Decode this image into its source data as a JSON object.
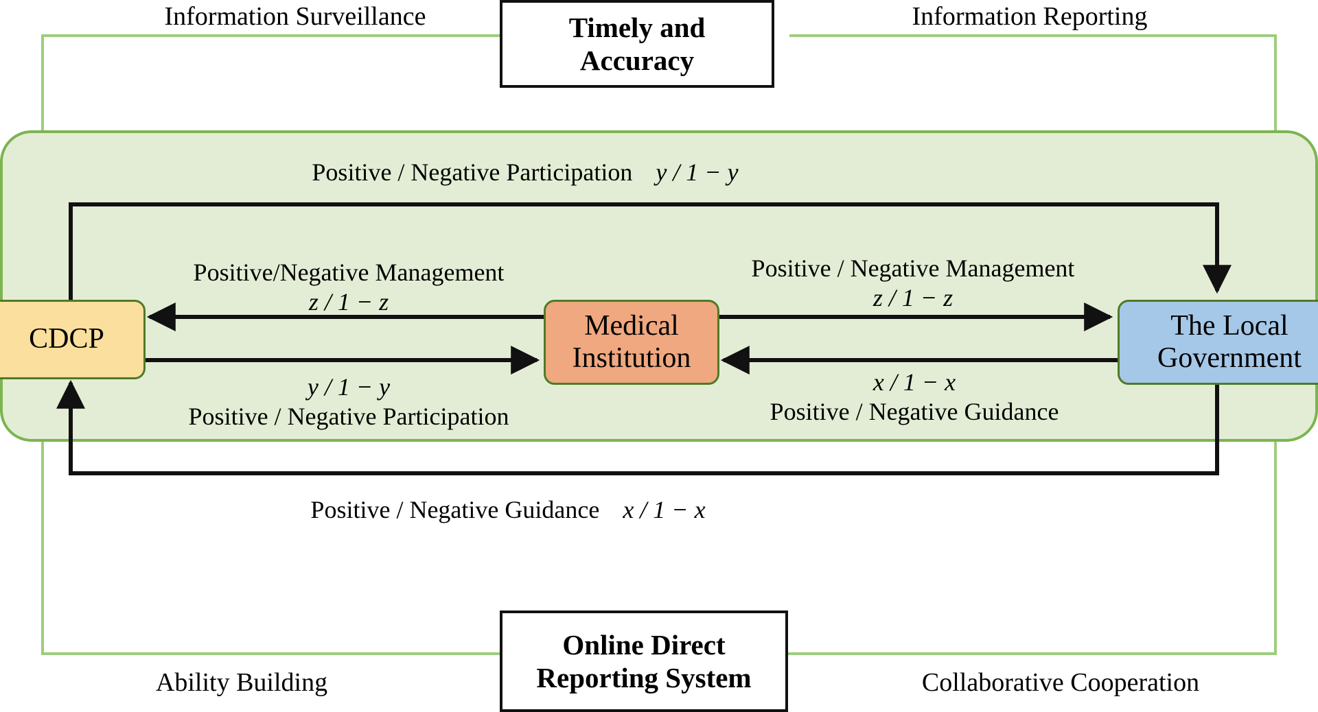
{
  "diagram": {
    "title_top_box": "Timely and\nAccuracy",
    "title_bottom_box": "Online Direct\nReporting System",
    "outer_labels": {
      "top_left": "Information Surveillance",
      "top_right": "Information Reporting",
      "bottom_left": "Ability Building",
      "bottom_right": "Collaborative Cooperation"
    },
    "top_box": {
      "line1": "Timely and",
      "line2": "Accuracy"
    },
    "bottom_box": {
      "line1": "Online Direct",
      "line2": "Reporting System"
    },
    "nodes": [
      {
        "id": "cdcp",
        "label": "CDCP",
        "line1": "CDCP",
        "line2": "",
        "color": "#fadf9e"
      },
      {
        "id": "medical",
        "label": "Medical Institution",
        "line1": "Medical",
        "line2": "Institution",
        "color": "#efa87f"
      },
      {
        "id": "government",
        "label": "The Local Government",
        "line1": "The Local",
        "line2": "Government",
        "color": "#a6c8e8"
      }
    ],
    "inner_labels": {
      "top_band_text": "Positive / Negative Participation",
      "top_band_math": "y / 1 − y",
      "bottom_band_text": "Positive / Negative Guidance",
      "bottom_band_math": "x / 1 − x",
      "med_to_cdcp_text": "Positive/Negative Management",
      "med_to_cdcp_math": "z / 1 − z",
      "med_to_gov_text": "Positive / Negative Management",
      "med_to_gov_math": "z / 1 − z",
      "cdcp_to_med_math": "y / 1 − y",
      "cdcp_to_med_text": "Positive / Negative Participation",
      "gov_to_med_math": "x / 1 − x",
      "gov_to_med_text": "Positive / Negative Guidance"
    },
    "colors": {
      "panel_fill": "#e3edd5",
      "panel_border": "#7cb450",
      "frame_line": "#9bce7c",
      "cdcp_fill": "#fadf9e",
      "medical_fill": "#efa87f",
      "government_fill": "#a6c8e8",
      "node_border": "#4f7a26",
      "arrow": "#111111",
      "box_border": "#111111",
      "background": "#ffffff"
    }
  }
}
